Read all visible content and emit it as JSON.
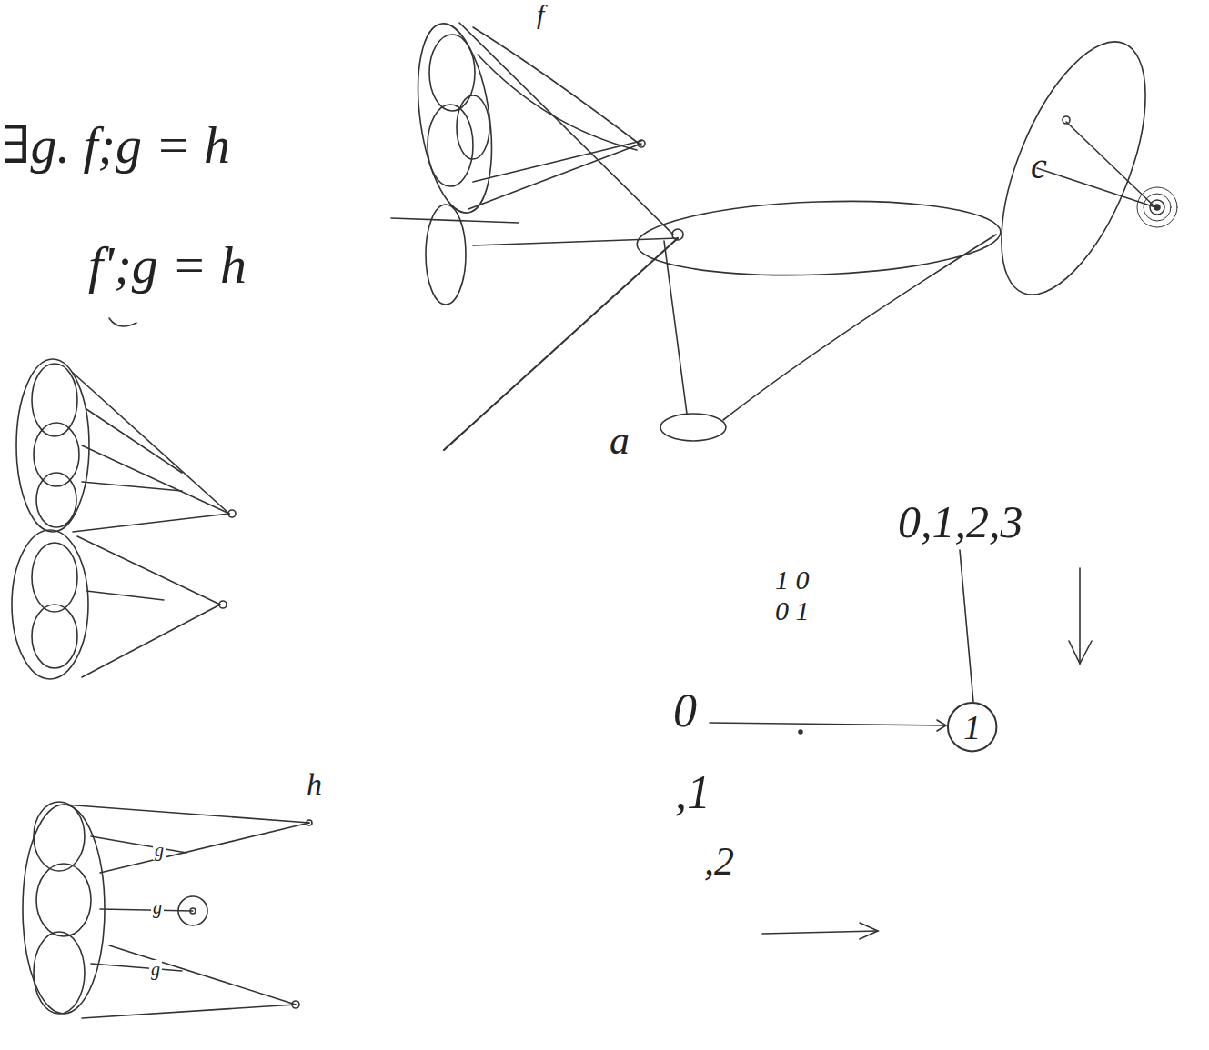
{
  "diagram": {
    "nodes": [
      {
        "text": [
          "c"
        ]
      },
      {
        "text": [
          "1"
        ]
      }
    ],
    "labels": [
      "∃g. f;g = h",
      "f';g = h",
      "f",
      "a",
      "0,1,2,3",
      "1 0",
      "0 1",
      "0",
      ",1",
      ",2",
      "h",
      "g",
      "g",
      "g"
    ]
  }
}
